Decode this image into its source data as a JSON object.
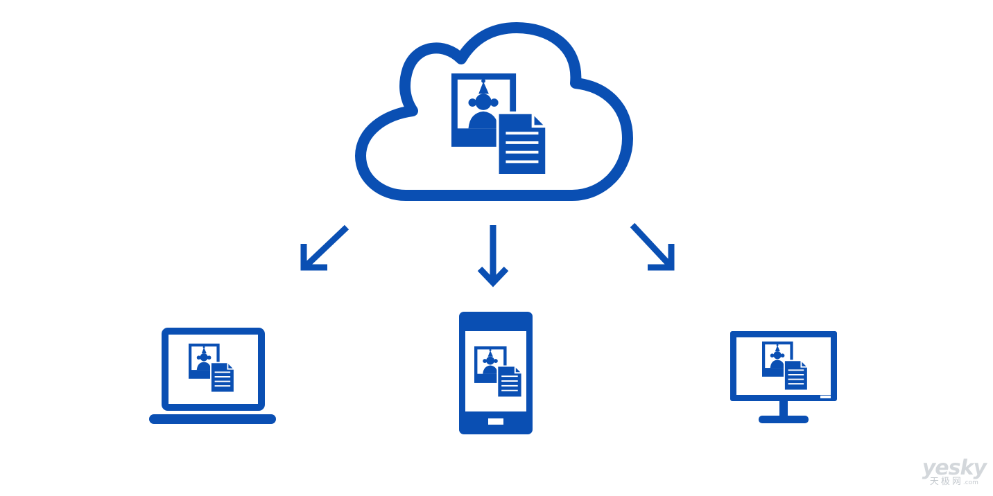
{
  "colors": {
    "primary": "#0a4fb3",
    "background": "#ffffff",
    "watermark": "#d0d4d8"
  },
  "icons": {
    "cloud": "cloud-icon",
    "photo": "photo-icon",
    "document": "document-icon",
    "laptop": "laptop-icon",
    "phone": "smartphone-icon",
    "monitor": "desktop-monitor-icon",
    "arrow": "arrow-icon"
  },
  "watermark": {
    "brand": "yesky",
    "sub": "天极网",
    "suffix": ".com"
  }
}
